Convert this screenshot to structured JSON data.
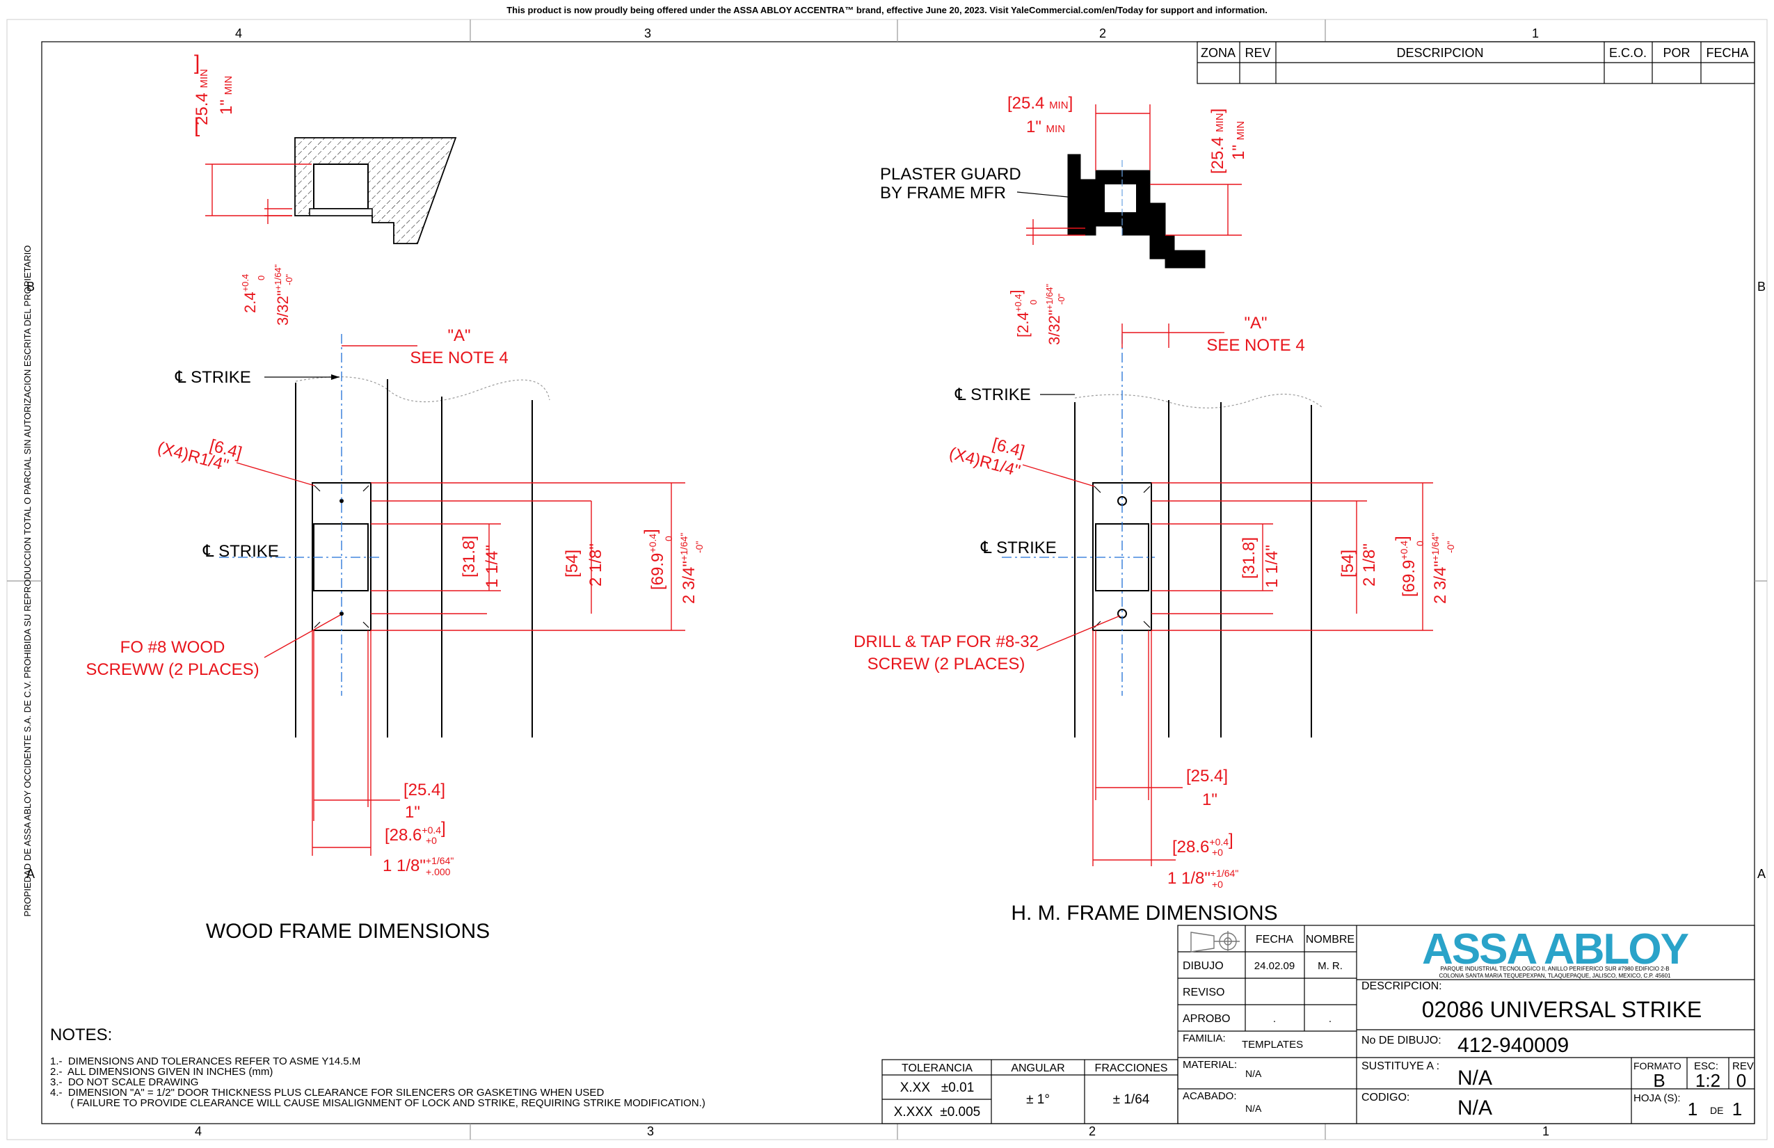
{
  "banner": "This product is now proudly being offered under the ASSA ABLOY ACCENTRA™ brand, effective June 20, 2023. Visit YaleCommercial.com/en/Today for support and information.",
  "side_text": "PROPIEDAD DE ASSA ABLOY OCCIDENTE  S.A. DE C.V. PROHIBIDA SU REPRODUCCION TOTAL O PARCIAL SIN AUTORIZACION ESCRITA DEL PROPIETARIO",
  "zones": {
    "top": [
      "4",
      "3",
      "2",
      "1"
    ],
    "bottom": [
      "4",
      "3",
      "2",
      "1"
    ],
    "left": [
      "B",
      "A"
    ],
    "right": [
      "B",
      "A"
    ]
  },
  "revision_block": {
    "headers": [
      "ZONA",
      "REV",
      "DESCRIPCION",
      "E.C.O.",
      "POR",
      "FECHA"
    ]
  },
  "wood": {
    "title": "WOOD FRAME DIMENSIONS",
    "top_dim_mm": "25.4",
    "top_dim_mm_sub": "MIN",
    "top_dim_in": "1\"",
    "top_dim_in_sub": "MIN",
    "small_mm": "2.4",
    "small_mm_tol_top": "+0.4",
    "small_mm_tol_bot": "0",
    "small_in": "3/32\"",
    "small_in_tol_top": "+1/64\"",
    "small_in_tol_bot": "-0\"",
    "cl_strike_top": "STRIKE",
    "cl_strike_mid": "STRIKE",
    "a_label": "\"A\"",
    "a_note": "SEE NOTE 4",
    "radius_mm": "6.4",
    "radius_in": "(X4)R1/4\"",
    "screw_line1": "FO #8 WOOD",
    "screw_line2": "SCREWW (2 PLACES)",
    "d1_mm": "31.8",
    "d1_in": "1 1/4\"",
    "d2_mm": "54",
    "d2_in": "2 1/8\"",
    "d3_mm": "69.9",
    "d3_mm_tol_top": "+0.4",
    "d3_mm_tol_bot": "0",
    "d3_in": "2 3/4\"",
    "d3_in_tol_top": "+1/64\"",
    "d3_in_tol_bot": "-0\"",
    "w1_mm": "25.4",
    "w1_in": "1\"",
    "w2_mm": "28.6",
    "w2_mm_tol_top": "+0.4",
    "w2_mm_tol_bot": "+0",
    "w2_in": "1 1/8\"",
    "w2_in_tol_top": "+1/64\"",
    "w2_in_tol_bot": "+.000"
  },
  "hm": {
    "title": "H. M. FRAME DIMENSIONS",
    "top_dim_mm": "25.4",
    "top_dim_mm_sub": "MIN",
    "top_dim_in": "1\"",
    "top_dim_in_sub": "MIN",
    "right_dim_mm": "25.4",
    "right_dim_mm_sub": "MIN",
    "right_dim_in": "1\"",
    "right_dim_in_sub": "MIN",
    "plaster_line1": "PLASTER GUARD",
    "plaster_line2": "BY FRAME MFR",
    "small_mm": "2.4",
    "small_mm_tol_top": "+0.4",
    "small_mm_tol_bot": "0",
    "small_in": "3/32\"",
    "small_in_tol_top": "+1/64\"",
    "small_in_tol_bot": "-0\"",
    "cl_strike_top": "STRIKE",
    "cl_strike_mid": "STRIKE",
    "a_label": "\"A\"",
    "a_note": "SEE NOTE 4",
    "radius_mm": "6.4",
    "radius_in": "(X4)R1/4\"",
    "drill_line1": "DRILL & TAP FOR #8-32",
    "drill_line2": "SCREW (2 PLACES)",
    "d1_mm": "31.8",
    "d1_in": "1 1/4\"",
    "d2_mm": "54",
    "d2_in": "2 1/8\"",
    "d3_mm": "69.9",
    "d3_mm_tol_top": "+0.4",
    "d3_mm_tol_bot": "0",
    "d3_in": "2 3/4\"",
    "d3_in_tol_top": "+1/64\"",
    "d3_in_tol_bot": "-0\"",
    "w1_mm": "25.4",
    "w1_in": "1\"",
    "w2_mm": "28.6",
    "w2_mm_tol_top": "+0.4",
    "w2_mm_tol_bot": "+0",
    "w2_in": "1 1/8\"",
    "w2_in_tol_top": "+1/64\"",
    "w2_in_tol_bot": "+0"
  },
  "notes": {
    "heading": "NOTES:",
    "items": [
      "1.-  DIMENSIONS AND TOLERANCES REFER TO ASME Y14.5.M",
      "2.-  ALL DIMENSIONS GIVEN IN INCHES (mm)",
      "3.-  DO NOT SCALE DRAWING",
      "4.-  DIMENSION \"A\" = 1/2\" DOOR THICKNESS PLUS CLEARANCE FOR SILENCERS OR GASKETING WHEN USED",
      "       ( FAILURE TO PROVIDE CLEARANCE WILL CAUSE MISALIGNMENT OF LOCK AND STRIKE, REQUIRING STRIKE MODIFICATION.)"
    ]
  },
  "tolerance": {
    "h1": "TOLERANCIA",
    "h2": "ANGULAR",
    "h3": "FRACCIONES",
    "r1": "X.XX   ±0.01",
    "r2": "X.XXX  ±0.005",
    "angular": "± 1°",
    "fractions": "± 1/64"
  },
  "title_block": {
    "fecha_h": "FECHA",
    "nombre_h": "NOMBRE",
    "dibujo": "DIBUJO",
    "dibujo_fecha": "24.02.09",
    "dibujo_nombre": "M. R.",
    "reviso": "REVISO",
    "aprobo": "APROBO",
    "aprobo_fecha": ".",
    "aprobo_nombre": ".",
    "familia_l": "FAMILIA:",
    "familia_v": "TEMPLATES",
    "material_l": "MATERIAL:",
    "material_v": "N/A",
    "acabado_l": "ACABADO:",
    "acabado_v": "N/A",
    "logo": "ASSA ABLOY",
    "address1": "PARQUE INDUSTRIAL TECNOLOGICO II, ANILLO PERIFERICO SUR #7980 EDIFICIO 2-B",
    "address2": "COLONIA SANTA MARIA TEQUEPEXPAN, TLAQUEPAQUE, JALISCO, MEXICO, C.P. 45601",
    "descripcion_l": "DESCRIPCION:",
    "descripcion_v": "02086 UNIVERSAL STRIKE",
    "dibujo_no_l": "No DE DIBUJO:",
    "dibujo_no_v": "412-940009",
    "sustituye_l": "SUSTITUYE A :",
    "sustituye_v": "N/A",
    "codigo_l": "CODIGO:",
    "codigo_v": "N/A",
    "formato_l": "FORMATO",
    "formato_v": "B",
    "esc_l": "ESC:",
    "esc_v": "1:2",
    "rev_l": "REV",
    "rev_v": "0",
    "hoja_l": "HOJA (S):",
    "hoja_v": "1",
    "de_l": "DE",
    "de_v": "1"
  },
  "colors": {
    "dimension": "#e8141b",
    "centerline": "#1f6fd6",
    "logo": "#2aa3c9",
    "ink": "#000000"
  }
}
